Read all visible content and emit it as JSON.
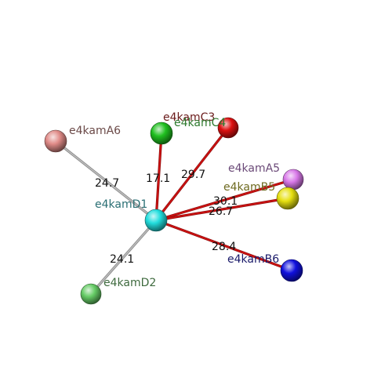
{
  "nodes": [
    {
      "id": "D1",
      "label": "e4kamD1",
      "color": "#22dddd",
      "label_color": "#2a6f74"
    },
    {
      "id": "A6",
      "label": "e4kamA6",
      "color": "#e08b88",
      "label_color": "#6b4a48"
    },
    {
      "id": "C3",
      "label": "e4kamC3",
      "color": "#dd1010",
      "label_color": "#6a1a1a"
    },
    {
      "id": "C4",
      "label": "e4kamC4",
      "color": "#20c020",
      "label_color": "#2e7a2e"
    },
    {
      "id": "A5",
      "label": "e4kamA5",
      "color": "#d878e8",
      "label_color": "#6b4a78"
    },
    {
      "id": "B5",
      "label": "e4kamB5",
      "color": "#e6e010",
      "label_color": "#6e6a20"
    },
    {
      "id": "B6",
      "label": "e4kamB6",
      "color": "#1010dd",
      "label_color": "#1a1a6a"
    },
    {
      "id": "D2",
      "label": "e4kamD2",
      "color": "#66cc66",
      "label_color": "#3e6a3e"
    }
  ],
  "edges": [
    {
      "from": "D1",
      "to": "A6",
      "label": "24.7",
      "color": "#b8b8b8"
    },
    {
      "from": "D1",
      "to": "C4",
      "label": "17.1",
      "color": "#cc1111"
    },
    {
      "from": "D1",
      "to": "C3",
      "label": "29.7",
      "color": "#cc1111"
    },
    {
      "from": "D1",
      "to": "A5",
      "label": "30.1",
      "color": "#cc1111"
    },
    {
      "from": "D1",
      "to": "B5",
      "label": "26.7",
      "color": "#cc1111"
    },
    {
      "from": "D1",
      "to": "B6",
      "label": "28.4",
      "color": "#cc1111"
    },
    {
      "from": "D1",
      "to": "D2",
      "label": "24.1",
      "color": "#b8b8b8"
    }
  ]
}
